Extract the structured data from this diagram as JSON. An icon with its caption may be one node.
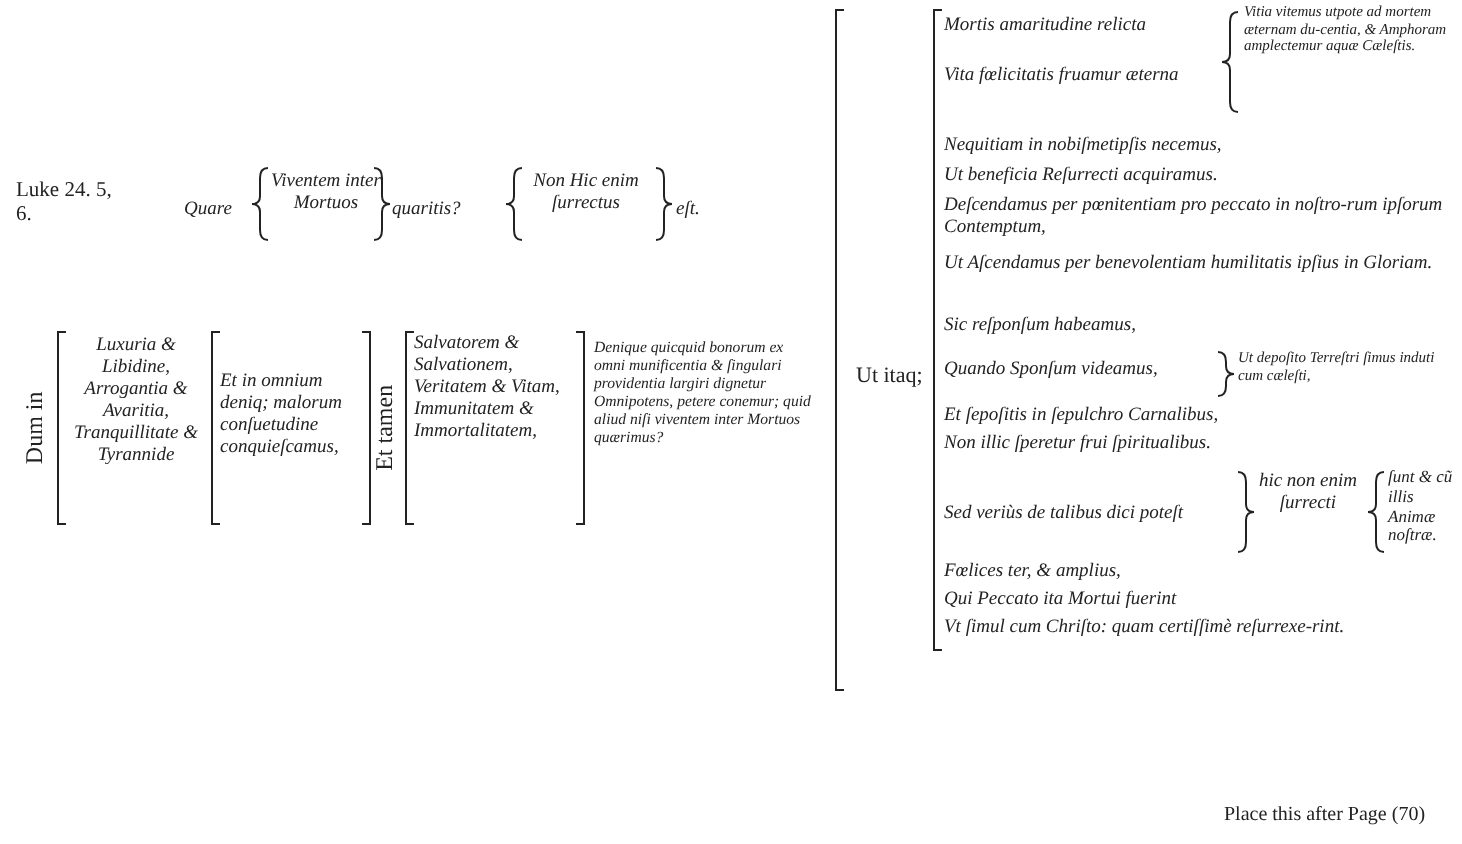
{
  "diagram": {
    "labels": [
      "Luke 24. 5, 6.",
      "Quare",
      "Viventem inter Mortuos",
      "quaritis?",
      "Non Hic enim ſurrectus",
      "eſt.",
      "Dum in",
      "Luxuria & Libidine, Arrogantia & Avaritia, Tranquillitate & Tyrannide",
      "Et in omnium deniq; malorum conſuetudine conquieſcamus,",
      "Et tamen",
      "Salvatorem & Salvationem, Veritatem & Vitam, Immunitatem & Immortalitatem,",
      "Denique quicquid bonorum ex omni munificentia & ſingulari providentia largiri dignetur Omnipotens, petere conemur; quid aliud niſi viventem inter Mortuos quærimus?",
      "Ut itaq;",
      "Mortis amaritudine relicta",
      "Vita fœlicitatis fruamur æterna",
      "Vitia vitemus utpote ad mortem æternam du-centia, & Amphoram amplectemur aquæ Cæleſtis.",
      "Nequitiam in nobiſmetipſis necemus,",
      "Ut beneficia Reſurrecti acquiramus.",
      "Deſcendamus per pœnitentiam pro peccato in noſtro-rum ipſorum Contemptum,",
      "Ut Aſcendamus per benevolentiam humilitatis ipſius in Gloriam.",
      "Sic reſponſum habeamus,",
      "Quando Sponſum videamus,",
      "Ut depoſito Terreſtri ſimus induti cum cæleſti,",
      "Et ſepoſitis in ſepulchro Carnalibus,",
      "Non illic ſperetur frui ſpiritualibus.",
      "Sed veriùs de talibus dici poteſt",
      "hic non enim ſurrecti",
      "ſunt & cũ illis Animæ noſtræ.",
      "Fœlices ter, & amplius,",
      "Qui Peccato ita Mortui fuerint",
      "Vt ſimul cum Chriſto: quam certiſſimè reſurrexe-rint.",
      "Place this after Page (70)"
    ]
  }
}
